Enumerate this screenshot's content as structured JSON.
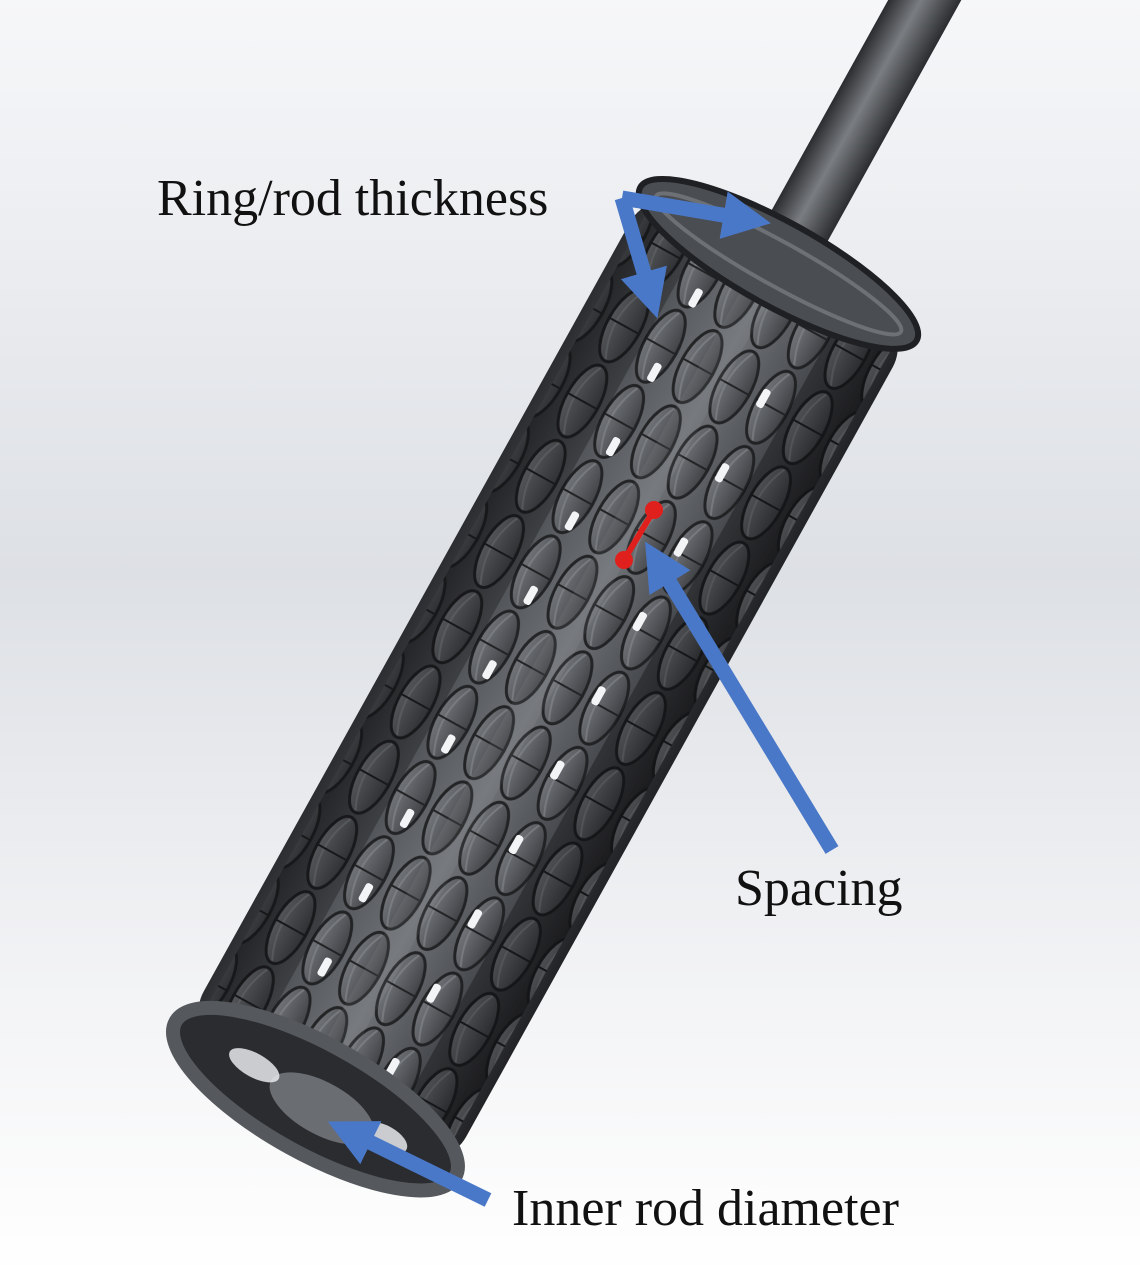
{
  "labels": {
    "ring_rod_thickness": "Ring/rod thickness",
    "spacing": "Spacing",
    "inner_rod_diameter": "Inner rod diameter"
  },
  "colors": {
    "arrow": "#4a78c8",
    "spacing_marker": "#e0201c",
    "model_dark": "#3a3c3f",
    "model_light": "#6c6f73",
    "background_top": "#f4f5f7",
    "background_mid": "#dfe2e6"
  }
}
